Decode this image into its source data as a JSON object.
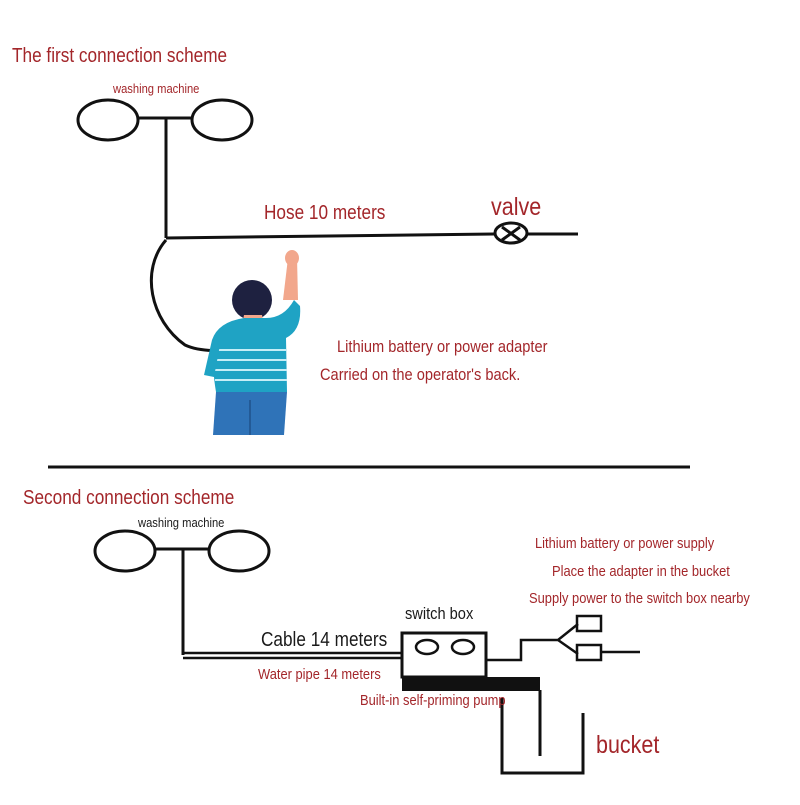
{
  "scheme1": {
    "title": "The first connection scheme",
    "machine_label": "washing machine",
    "hose_label": "Hose 10 meters",
    "valve_label": "valve",
    "battery_line1": "Lithium battery or power adapter",
    "battery_line2": "Carried on the operator's back."
  },
  "scheme2": {
    "title": "Second connection scheme",
    "machine_label": "washing machine",
    "power_line1": "Lithium battery or power supply",
    "power_line2": "Place the adapter in the bucket",
    "power_line3": "Supply power to the switch box nearby",
    "switch_box_label": "switch box",
    "cable_label": "Cable 14 meters",
    "water_pipe_label": "Water pipe 14 meters",
    "pump_label": "Built-in self-priming pump",
    "bucket_label": "bucket"
  },
  "colors": {
    "label_red": "#a3262a",
    "line_black": "#111111",
    "shirt_blue": "#1fa3c4",
    "pants_blue": "#2f73b8",
    "skin": "#f2a78c"
  }
}
